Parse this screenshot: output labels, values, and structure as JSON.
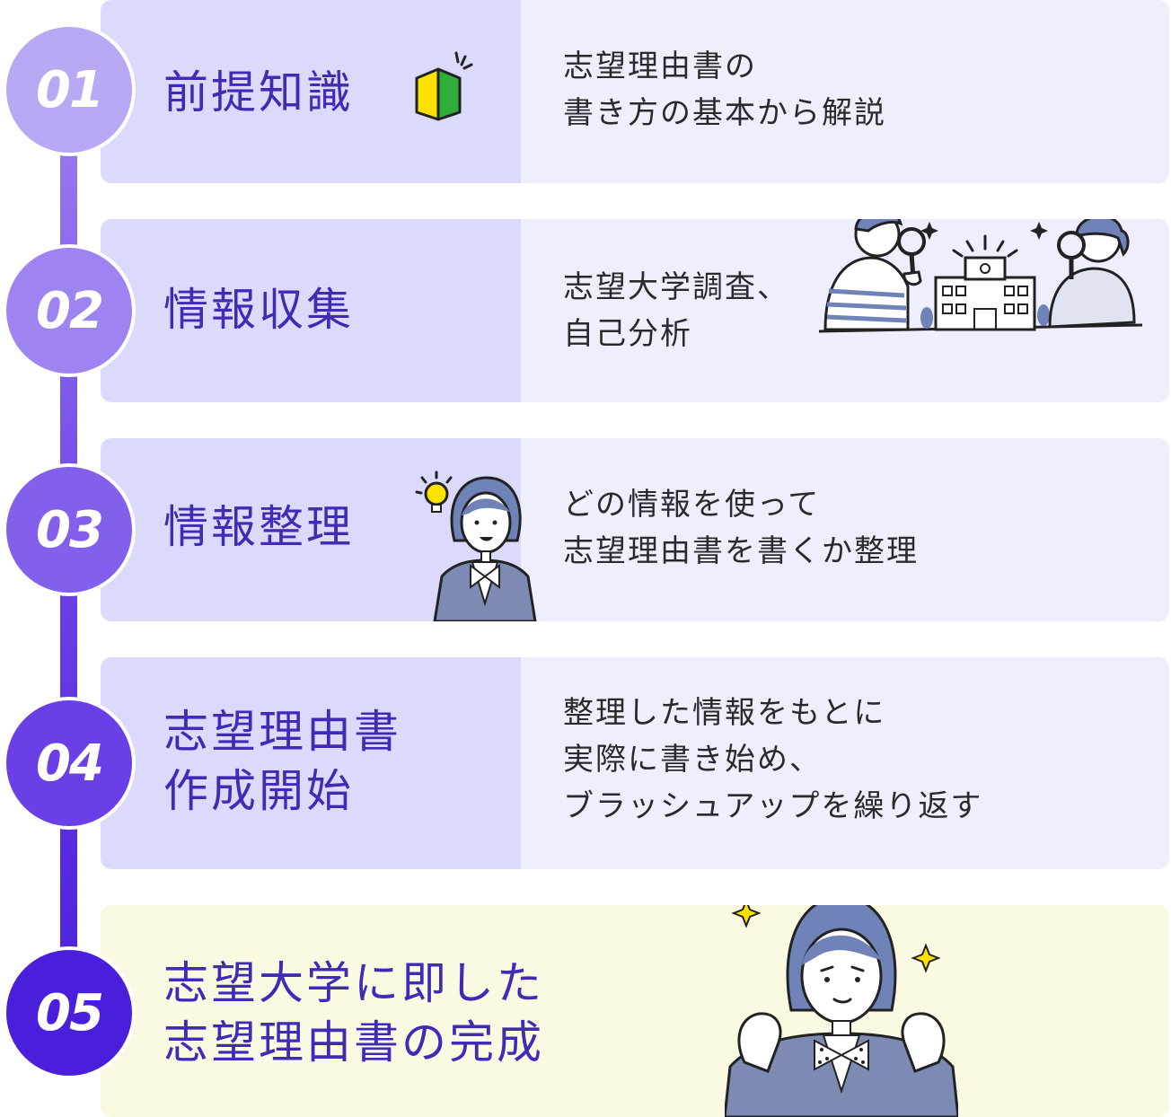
{
  "steps": [
    {
      "number": "01",
      "title_lines": [
        "前提知識"
      ],
      "desc_lines": [
        "志望理由書の",
        "書き方の基本から解説"
      ],
      "circle_color": "#b9a9f5"
    },
    {
      "number": "02",
      "title_lines": [
        "情報収集"
      ],
      "desc_lines": [
        "志望大学調査、",
        "自己分析"
      ],
      "circle_color": "#9d84f1"
    },
    {
      "number": "03",
      "title_lines": [
        "情報整理"
      ],
      "desc_lines": [
        "どの情報を使って",
        "志望理由書を書くか整理"
      ],
      "circle_color": "#8260ec"
    },
    {
      "number": "04",
      "title_lines": [
        "志望理由書",
        "作成開始"
      ],
      "desc_lines": [
        "整理した情報をもとに",
        "実際に書き始め、",
        "ブラッシュアップを繰り返す"
      ],
      "circle_color": "#6a3fe6"
    },
    {
      "number": "05",
      "title_lines": [
        "志望大学に即した",
        "志望理由書の完成"
      ],
      "desc_lines": [],
      "circle_color": "#4a1fdc"
    }
  ],
  "icons": {
    "step1": "beginner-mark-icon",
    "step2": "students-with-magnifier-illustration",
    "step3": "student-idea-illustration",
    "step5": "student-celebrating-illustration"
  },
  "colors": {
    "title": "#3f2bb5",
    "left_panel": "#dcdafc",
    "right_panel": "#eeeefd",
    "final_panel": "#fafae3"
  }
}
